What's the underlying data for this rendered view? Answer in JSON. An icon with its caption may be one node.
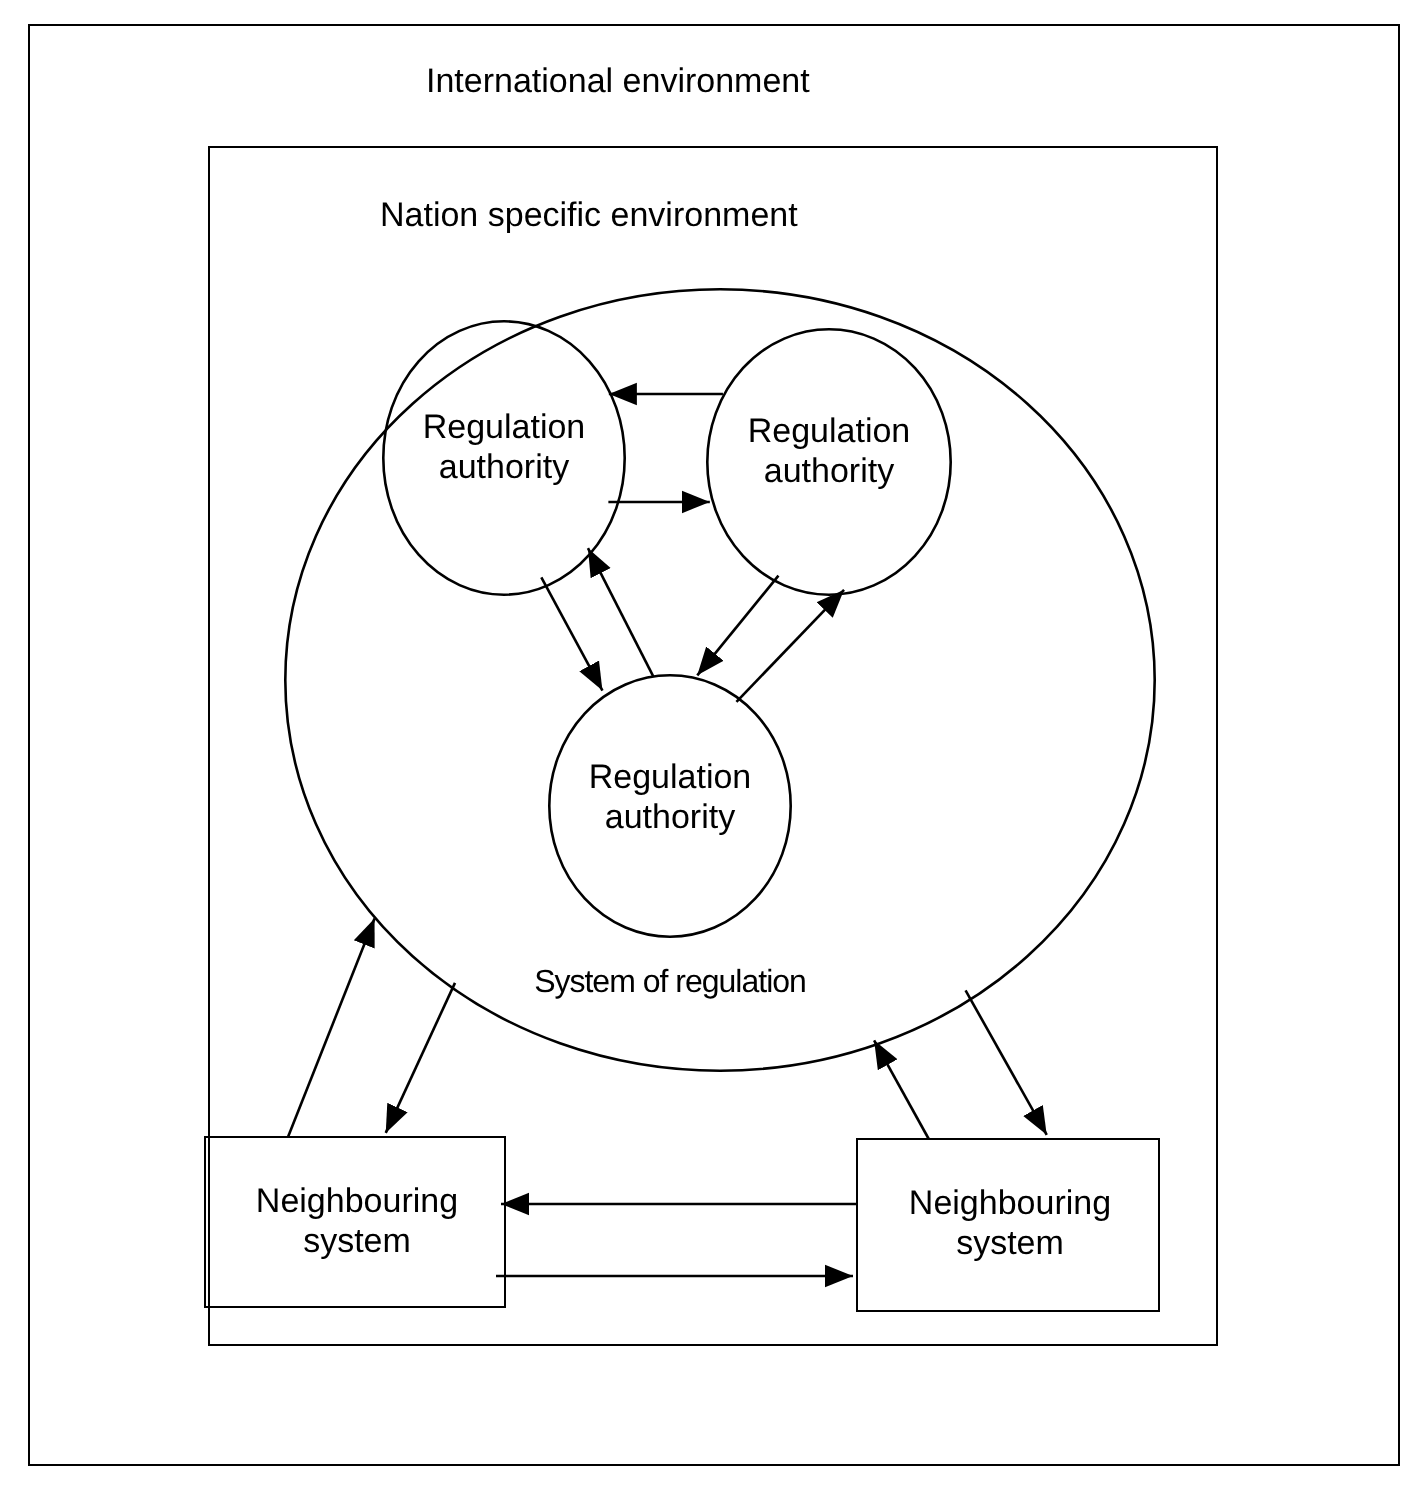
{
  "diagram": {
    "nodes": [
      {
        "text": [
          "International environment"
        ]
      },
      {
        "text": [
          "Nation specific environment"
        ],
        "in": 0
      },
      {
        "text": [
          "System of regulation"
        ],
        "in": 1
      },
      {
        "text": [
          "Regulation authority"
        ],
        "in": 2
      },
      {
        "text": [
          "Regulation authority"
        ],
        "in": 2
      },
      {
        "text": [
          "Regulation authority"
        ],
        "in": 2
      },
      {
        "text": [
          "Neighbouring system"
        ],
        "in": 1
      },
      {
        "text": [
          "Neighbouring system"
        ],
        "in": 1
      }
    ],
    "edges": [
      {
        "from": 4,
        "to": 3,
        "arrow": "to"
      },
      {
        "from": 3,
        "to": 4,
        "arrow": "to"
      },
      {
        "from": 3,
        "to": 5,
        "arrow": "to"
      },
      {
        "from": 5,
        "to": 3,
        "arrow": "to"
      },
      {
        "from": 4,
        "to": 5,
        "arrow": "to"
      },
      {
        "from": 5,
        "to": 4,
        "arrow": "to"
      },
      {
        "from": 6,
        "to": 2,
        "arrow": "to"
      },
      {
        "from": 2,
        "to": 6,
        "arrow": "to"
      },
      {
        "from": 7,
        "to": 2,
        "arrow": "to"
      },
      {
        "from": 2,
        "to": 7,
        "arrow": "to"
      },
      {
        "from": 7,
        "to": 6,
        "arrow": "to"
      },
      {
        "from": 6,
        "to": 7,
        "arrow": "to"
      }
    ]
  }
}
